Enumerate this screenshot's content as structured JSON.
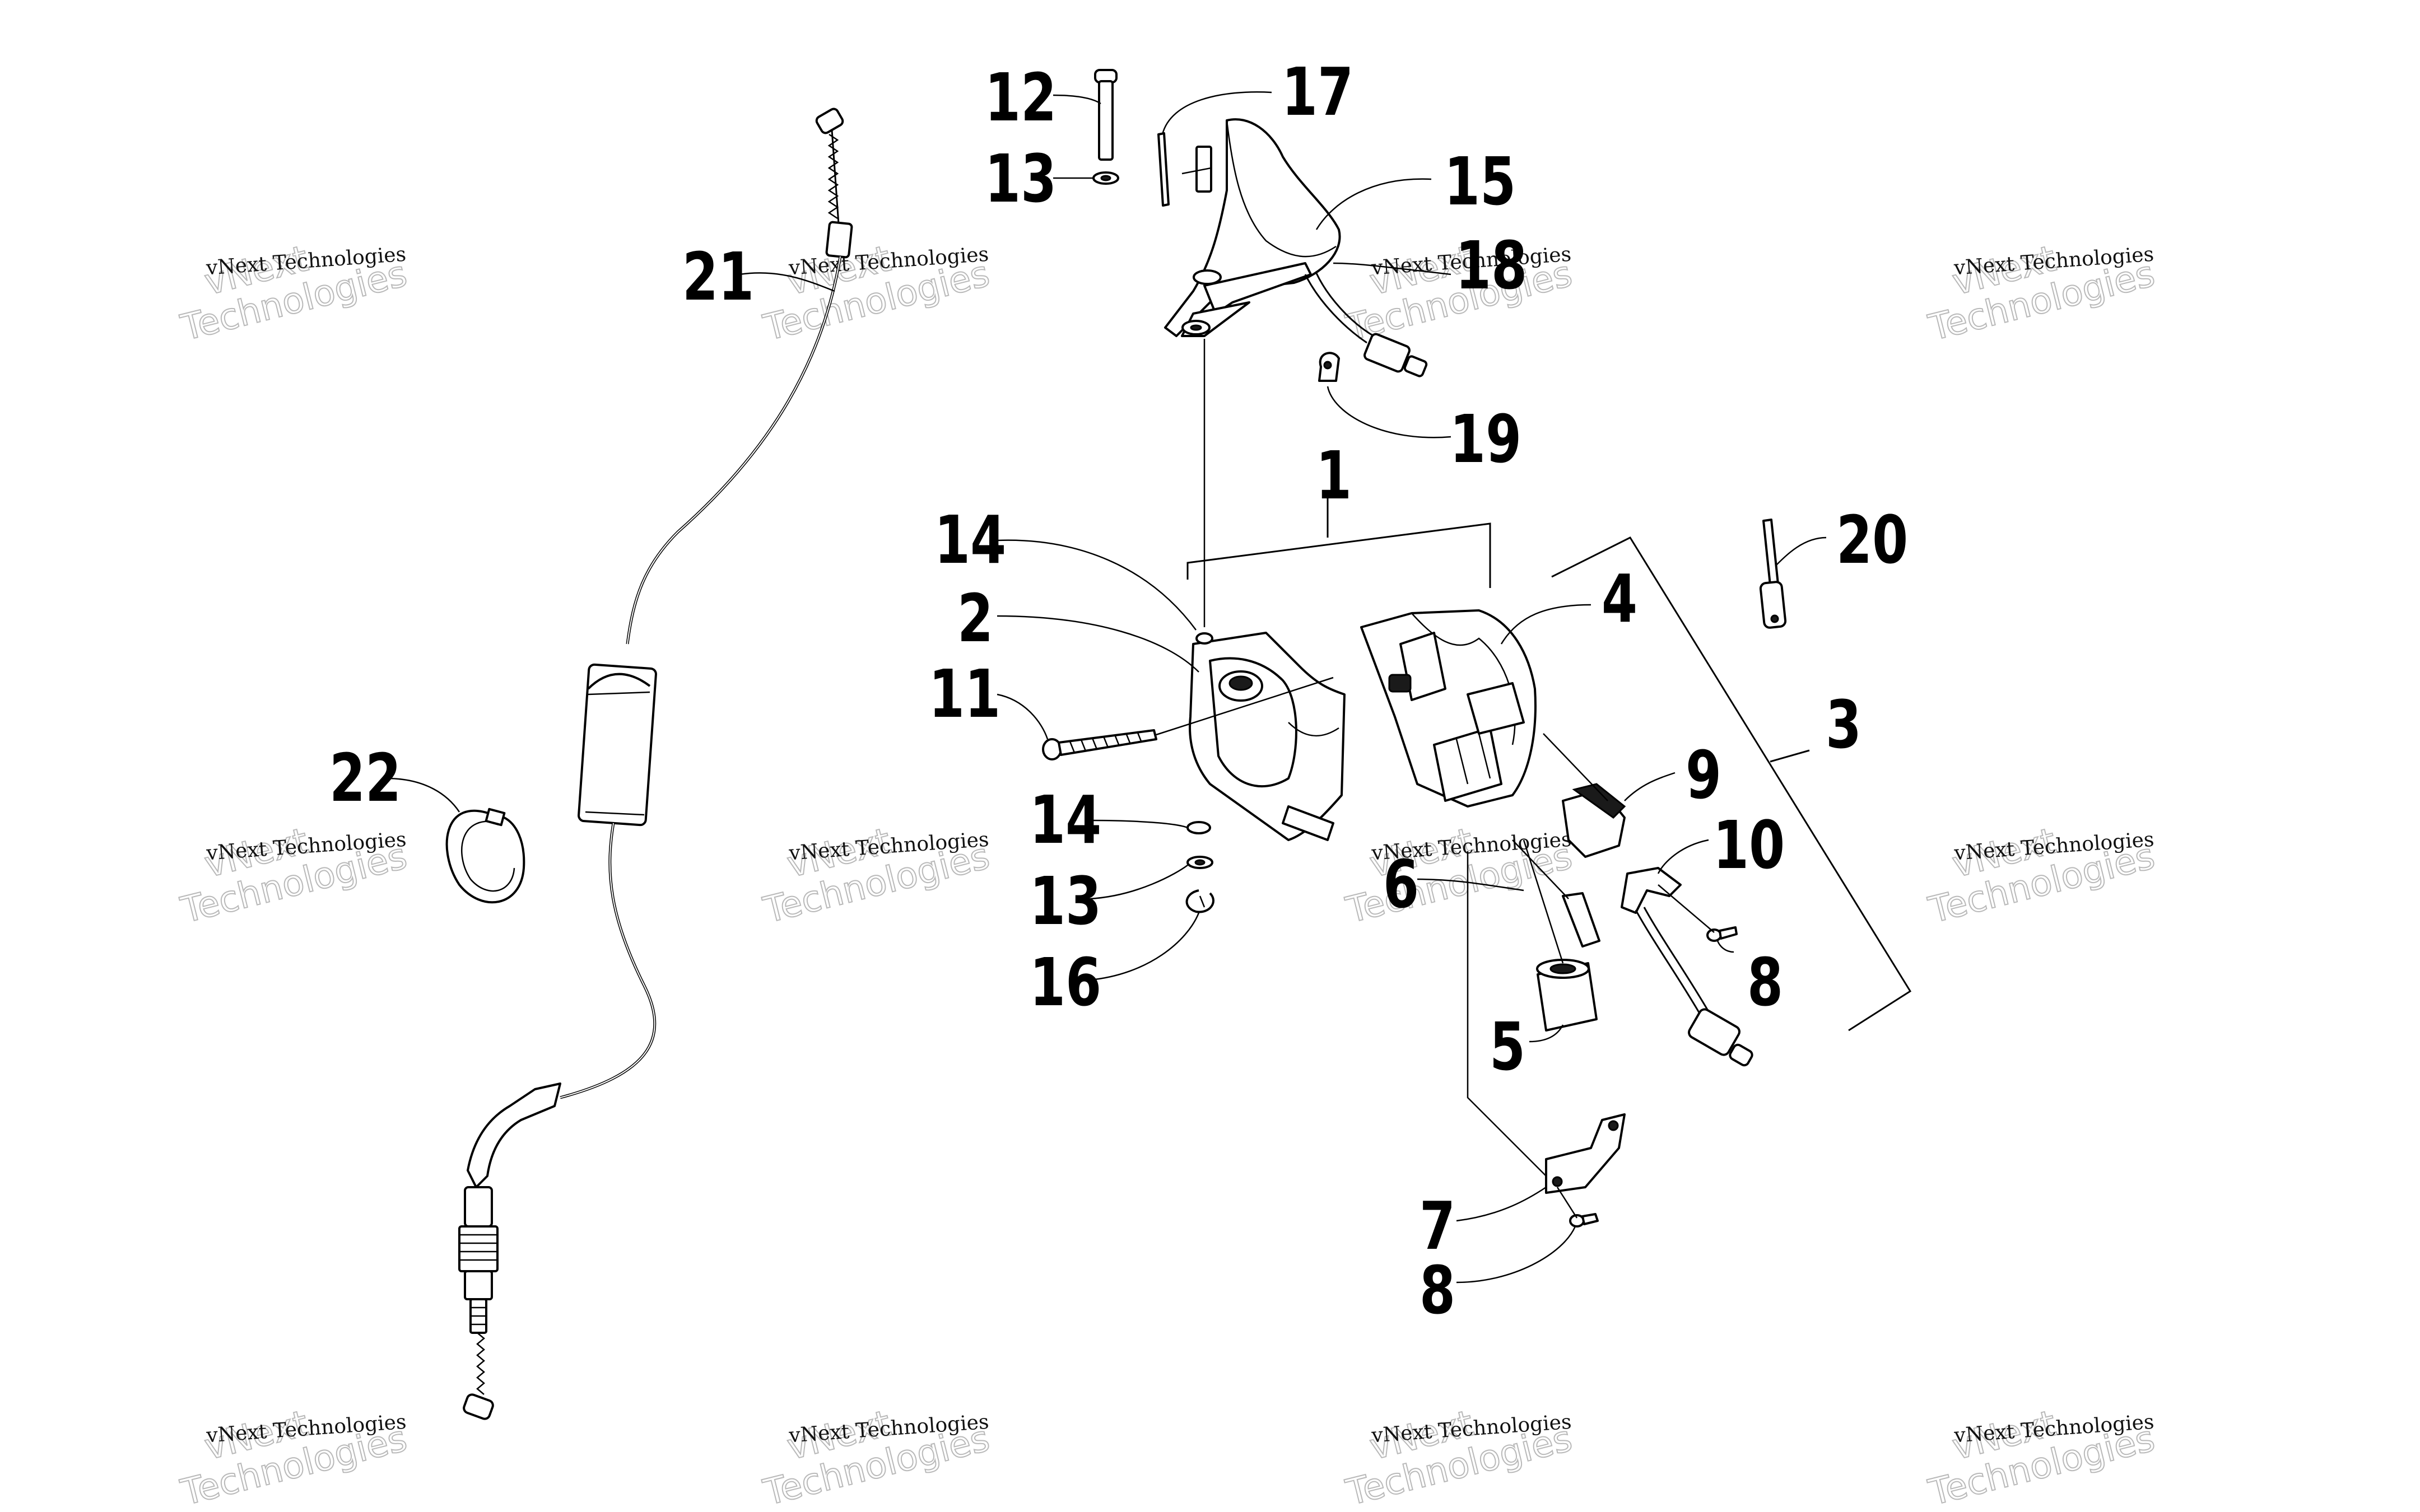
{
  "callouts": [
    {
      "id": "c1",
      "text": "1"
    },
    {
      "id": "c2",
      "text": "2"
    },
    {
      "id": "c3",
      "text": "3"
    },
    {
      "id": "c4",
      "text": "4"
    },
    {
      "id": "c5",
      "text": "5"
    },
    {
      "id": "c6",
      "text": "6"
    },
    {
      "id": "c7",
      "text": "7"
    },
    {
      "id": "c8a",
      "text": "8"
    },
    {
      "id": "c8b",
      "text": "8"
    },
    {
      "id": "c9",
      "text": "9"
    },
    {
      "id": "c10",
      "text": "10"
    },
    {
      "id": "c11",
      "text": "11"
    },
    {
      "id": "c12",
      "text": "12"
    },
    {
      "id": "c13a",
      "text": "13"
    },
    {
      "id": "c13b",
      "text": "13"
    },
    {
      "id": "c14a",
      "text": "14"
    },
    {
      "id": "c14b",
      "text": "14"
    },
    {
      "id": "c15",
      "text": "15"
    },
    {
      "id": "c16",
      "text": "16"
    },
    {
      "id": "c17",
      "text": "17"
    },
    {
      "id": "c18",
      "text": "18"
    },
    {
      "id": "c19",
      "text": "19"
    },
    {
      "id": "c20",
      "text": "20"
    },
    {
      "id": "c21",
      "text": "21"
    },
    {
      "id": "c22",
      "text": "22"
    }
  ],
  "watermark": {
    "name": "vNext Technologies",
    "line1": "vNext",
    "line2": "Technologies"
  }
}
